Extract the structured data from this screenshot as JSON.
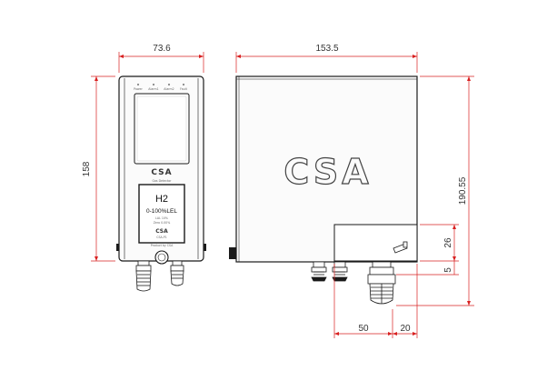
{
  "dimensions": {
    "front_width": "73.6",
    "front_height": "158",
    "side_width": "153.5",
    "side_height": "190.55",
    "box_height": "26",
    "gland_offset": "5",
    "gland_distance": "50",
    "gland_edge": "20"
  },
  "front_panel": {
    "leds": [
      "Power",
      "Alarm1",
      "Alarm2",
      "Fault"
    ],
    "caption": "Gas Detector",
    "gas": "H2",
    "range": "0-100%LEL",
    "alarm1_line": "LAL 10%",
    "alarm2_line": "Zero 0.00%",
    "logo": "CSA",
    "model": "CSA-P1",
    "footer": "Product by CSA"
  },
  "side_logo": "CSA",
  "colors": {
    "dimension_line": "#d82020",
    "outline": "#1a1a1a",
    "text": "#333333"
  }
}
